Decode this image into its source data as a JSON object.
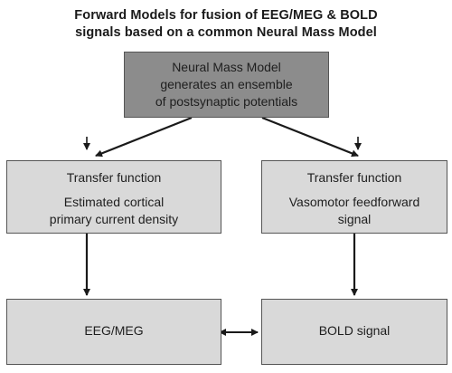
{
  "title": {
    "line1": "Forward Models for fusion of EEG/MEG & BOLD",
    "line2": "signals based on a common Neural Mass Model"
  },
  "nodes": {
    "neural_mass_model": {
      "lines": [
        "Neural Mass Model",
        "generates an ensemble",
        "of postsynaptic potentials"
      ]
    },
    "transfer_left": {
      "heading": "Transfer function",
      "lines": [
        "Estimated cortical",
        "primary current density"
      ]
    },
    "transfer_right": {
      "heading": "Transfer function",
      "lines": [
        "Vasomotor feedforward",
        "signal"
      ]
    },
    "eeg_meg": {
      "label": "EEG/MEG"
    },
    "bold": {
      "label": "BOLD signal"
    }
  },
  "colors": {
    "top_box": "#8c8c8c",
    "box": "#d9d9d9",
    "border": "#555555",
    "arrow": "#1a1a1a"
  }
}
